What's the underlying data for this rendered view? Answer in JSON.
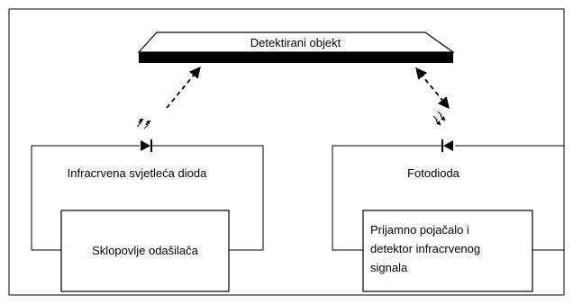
{
  "diagram": {
    "object_label": "Detektirani objekt",
    "left": {
      "diode_label": "Infracrvena svjetleća dioda",
      "circuit_label": "Sklopovlje odašilača"
    },
    "right": {
      "diode_label": "Fotodioda",
      "circuit_label_lines": [
        "Prijamno pojačalo i",
        "detektor infracrvenog",
        "signala"
      ]
    }
  },
  "colors": {
    "line": "#000000",
    "background": "#ffffff",
    "object_bar": "#000000"
  }
}
